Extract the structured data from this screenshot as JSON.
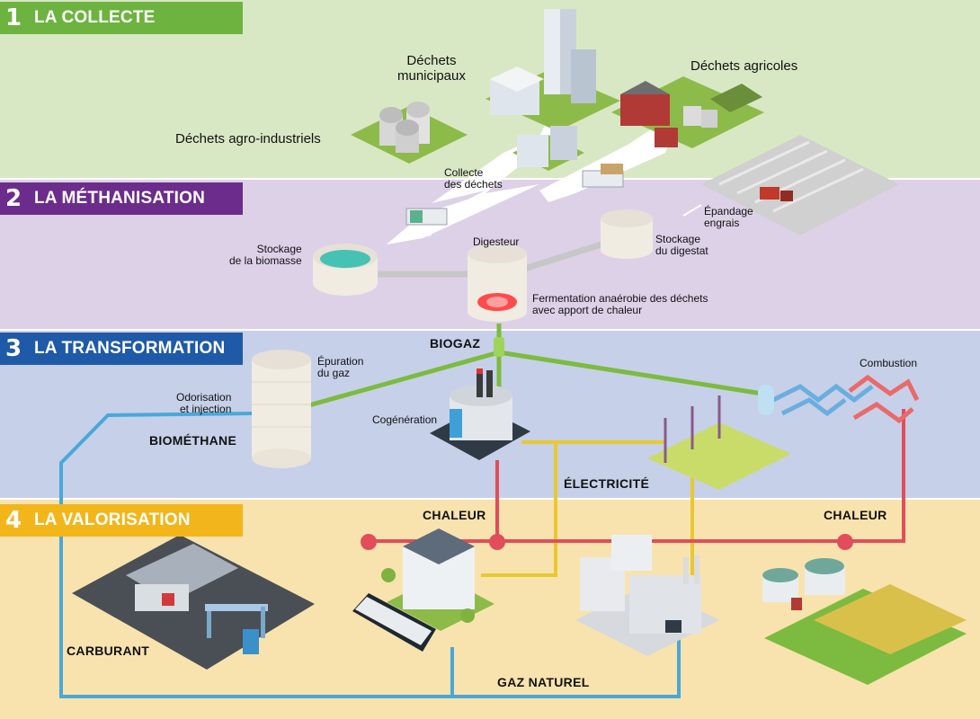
{
  "sections": [
    {
      "number": "1",
      "title": "LA COLLECTE",
      "color": "#6db33f"
    },
    {
      "number": "2",
      "title": "LA MÉTHANISATION",
      "color": "#6c2c8c"
    },
    {
      "number": "3",
      "title": "LA TRANSFORMATION",
      "color": "#1f5aa8"
    },
    {
      "number": "4",
      "title": "LA VALORISATION",
      "color": "#f2b61b"
    }
  ],
  "collecte": {
    "agro_industriels": "Déchets agro-industriels",
    "municipaux": "Déchets\nmunicipaux",
    "agricoles": "Déchets agricoles",
    "collecte_dechets": "Collecte\ndes déchets"
  },
  "methanisation": {
    "stockage_biomasse": "Stockage\nde la biomasse",
    "digesteur": "Digesteur",
    "stockage_digestat": "Stockage\ndu digestat",
    "epandage": "Épandage\nengrais",
    "fermentation": "Fermentation anaérobie des déchets\navec apport de chaleur"
  },
  "transformation": {
    "biogaz": "BIOGAZ",
    "epuration": "Épuration\ndu gaz",
    "odorisation": "Odorisation\net injection",
    "biomethane": "BIOMÉTHANE",
    "cogeneration": "Cogénération",
    "combustion": "Combustion",
    "electricite": "ÉLECTRICITÉ"
  },
  "valorisation": {
    "chaleur_left": "CHALEUR",
    "chaleur_right": "CHALEUR",
    "carburant": "CARBURANT",
    "gaz_naturel": "GAZ NATUREL"
  },
  "colors": {
    "gas_blue": "#4aa8d8",
    "biogas_green": "#7cbb3f",
    "heat_red": "#e24d5a",
    "electric_yellow": "#e9c832"
  }
}
